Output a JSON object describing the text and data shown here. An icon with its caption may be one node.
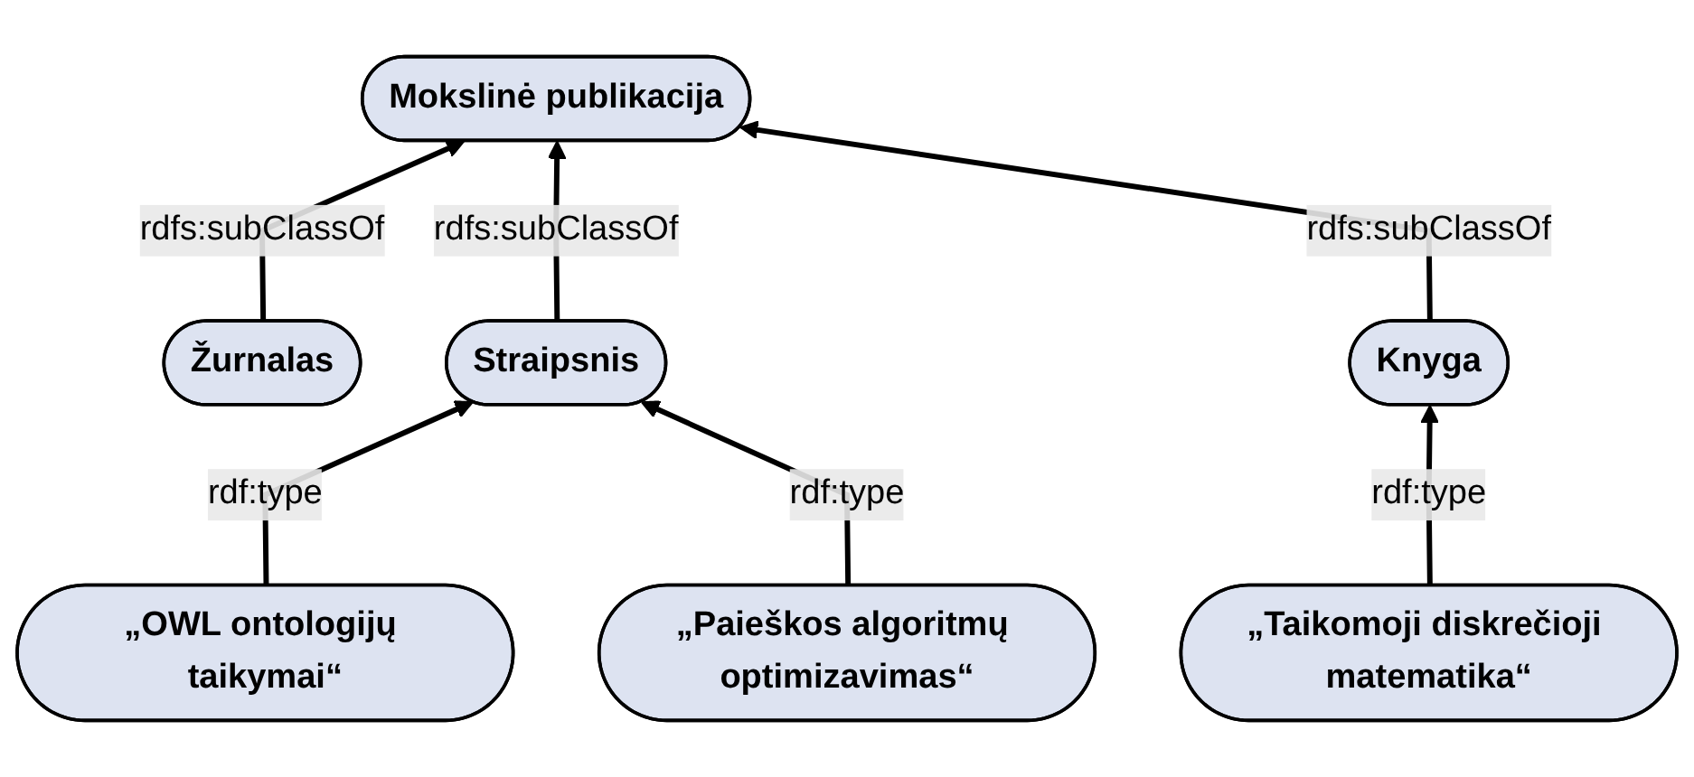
{
  "diagram": {
    "nodes": [
      {
        "text": [
          "Mokslinė publikacija"
        ]
      },
      {
        "text": [
          "Žurnalas"
        ]
      },
      {
        "text": [
          "Straipsnis"
        ]
      },
      {
        "text": [
          "Knyga"
        ]
      },
      {
        "text": [
          "„OWL ontologijų taikymai“"
        ]
      },
      {
        "text": [
          "„Paieškos algoritmų optimizavimas“"
        ]
      },
      {
        "text": [
          "„Taikomoji diskrečioji matematika“"
        ]
      }
    ],
    "edges": [
      {
        "from": 1,
        "to": 0,
        "arrow": "to",
        "label": "rdfs:subClassOf"
      },
      {
        "from": 2,
        "to": 0,
        "arrow": "to",
        "label": "rdfs:subClassOf"
      },
      {
        "from": 3,
        "to": 0,
        "arrow": "to",
        "label": "rdfs:subClassOf"
      },
      {
        "from": 4,
        "to": 2,
        "arrow": "to",
        "label": "rdf:type"
      },
      {
        "from": 5,
        "to": 2,
        "arrow": "to",
        "label": "rdf:type"
      },
      {
        "from": 6,
        "to": 3,
        "arrow": "to",
        "label": "rdf:type"
      }
    ]
  }
}
